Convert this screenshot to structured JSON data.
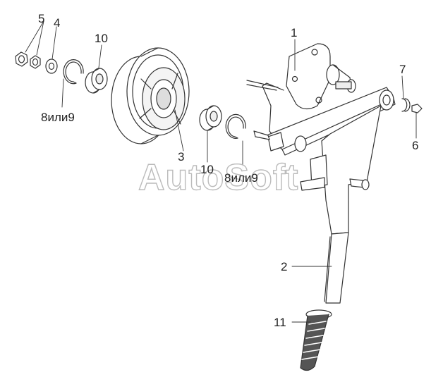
{
  "watermark": "AutoSoft",
  "labels": {
    "n1": "1",
    "n2": "2",
    "n3": "3",
    "n4": "4",
    "n5": "5",
    "n6": "6",
    "n7": "7",
    "n10a": "10",
    "n10b": "10",
    "n11": "11",
    "n8or9a": "8или9",
    "n8or9b": "8или9"
  },
  "colors": {
    "line": "#333333",
    "fill": "#ffffff",
    "shade": "#e8e8e8",
    "dark": "#555555"
  }
}
